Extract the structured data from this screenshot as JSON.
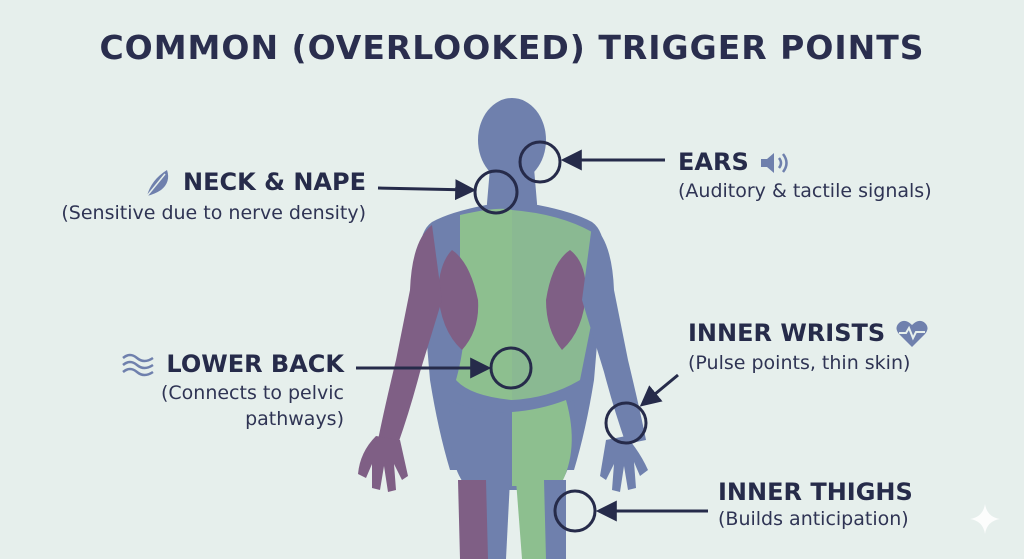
{
  "title": "COMMON (OVERLOOKED) TRIGGER POINTS",
  "labels": {
    "neck": {
      "head": "NECK & NAPE",
      "sub": "(Sensitive due to nerve density)",
      "icon": "feather-icon"
    },
    "ears": {
      "head": "EARS",
      "sub": "(Auditory & tactile signals)",
      "icon": "speaker-icon"
    },
    "lower_back": {
      "head": "LOWER BACK",
      "sub_1": "(Connects to pelvic",
      "sub_2": "pathways)",
      "icon": "waves-icon"
    },
    "wrists": {
      "head": "INNER WRISTS",
      "sub": "(Pulse points, thin skin)",
      "icon": "heartbeat-icon"
    },
    "thighs": {
      "head": "INNER THIGHS",
      "sub": "(Builds anticipation)"
    }
  },
  "colors": {
    "background": "#e6efec",
    "body_blue": "#6f80ad",
    "body_green": "#8dbf8f",
    "body_purple": "#7f5f85",
    "ink": "#262b4a"
  }
}
